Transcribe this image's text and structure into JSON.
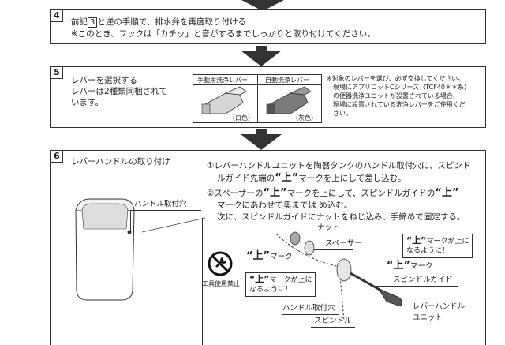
{
  "step4": {
    "number": "4",
    "line1_a": "前記",
    "line1_ref": "3",
    "line1_b": "と逆の手順で、排水弁を再度取り付ける",
    "line2": "※このとき、フックは「カチッ」と音がするまでしっかりと取り付けてください。"
  },
  "step5": {
    "number": "5",
    "line1": "レバーを選択する",
    "line2": "レバーは2種類同梱されて",
    "line3": "います。",
    "manual_header": "手動用洗浄レバー",
    "auto_header": "自動洗浄レバー",
    "manual_color": "（白色）",
    "auto_color": "（灰色）",
    "note1": "※対象のレバーを選び、必ず交換してください。",
    "note2": "現場にアプリコットCシリーズ（TCF40＊＊系）",
    "note3": "の便器洗浄ユニットが設置されている場合、",
    "note4": "現場に設置されている洗浄レバーをご使用くだ",
    "note5": "さい。",
    "colors": {
      "manual_lever": "#c8c8c8",
      "auto_lever": "#7a7a7a"
    }
  },
  "step6": {
    "number": "6",
    "title": "レバーハンドルの取り付け",
    "inst1a": "①レバーハンドルユニットを陶器タンクのハンドル取付穴に、スピンド",
    "inst1b_a": "ルガイド先端の",
    "inst1b_b": "マークを上にして差し込む。",
    "inst2a_a": "②スペーサーの",
    "inst2a_b": "マークを上にして、スピンドルガイドの",
    "inst2b": "マークにあわせて奥までは め込む。",
    "inst3": "次に、スピンドルガイドにナットをねじ込み、手締めで固定する。",
    "up_mark": "“上”",
    "tank_hole_label": "ハンドル取付穴",
    "tool_forbidden": "工具使用禁止",
    "nut": "ナット",
    "spacer": "スペーサー",
    "mark_label": "マーク",
    "callout_left_1": "マークが上に",
    "callout_left_2": "なるように！",
    "callout_right_1": "マークが上に",
    "callout_right_2": "なるように！",
    "spindle_guide": "スピンドルガイド",
    "handle_hole": "ハンドル取付穴",
    "spindle": "スピンドル",
    "lever_unit_1": "レバーハンドル",
    "lever_unit_2": "ユニット"
  }
}
